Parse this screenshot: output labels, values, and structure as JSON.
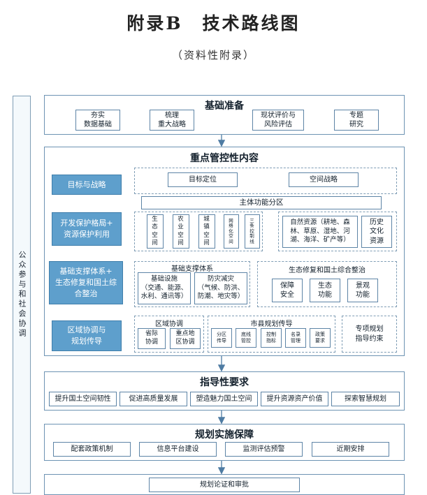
{
  "header": {
    "title": "附录B　技术路线图",
    "subtitle": "（资料性附录）"
  },
  "side_bar": {
    "label": "公众参与和社会协调"
  },
  "basic_prep": {
    "title": "基础准备",
    "items": [
      "夯实\n数据基础",
      "梳理\n重大战略",
      "现状评价与\n风险评估",
      "专题\n研究"
    ]
  },
  "key_control": {
    "title": "重点管控性内容",
    "target_strategy": {
      "label": "目标与战略",
      "items": [
        "目标定位",
        "空间战略"
      ]
    },
    "main_function_zones": "主体功能分区",
    "dev_protection": {
      "label": "开发保护格局+\n资源保护利用",
      "spaces": [
        "生\n态\n空\n间",
        "农\n业\n空\n间",
        "城\n镇\n空\n间",
        "网\n络\n化\n空\n间",
        "三\n条\n控\n制\n线"
      ],
      "resources": [
        "自然资源（耕地、森\n林、草原、湿地、河\n湖、海洋、矿产等）",
        "历史\n文化\n资源"
      ]
    },
    "support_system": {
      "label": "基础支撑体系+\n生态修复和国土综\n合整治",
      "infra_title": "基础支撑体系",
      "infra_items": [
        "基础设施\n（交通、能源、\n水利、通讯等）",
        "防灾减灾\n（气候、防洪、\n防潮、地灾等）"
      ],
      "eco_title": "生态修复和国土综合整治",
      "eco_items": [
        "保障\n安全",
        "生态\n功能",
        "景观\n功能"
      ]
    },
    "regional": {
      "label": "区域协调与\n规划传导",
      "coord_title": "区域协调",
      "coord_items": [
        "省际\n协调",
        "重点地\n区协调"
      ],
      "city_title": "市县规划传导",
      "city_items": [
        "分区\n传导",
        "底线\n管控",
        "控制\n指标",
        "名录\n管理",
        "政策\n要求"
      ],
      "special": "专项规划\n指导约束"
    }
  },
  "guidance": {
    "title": "指导性要求",
    "items": [
      "提升国土空间韧性",
      "促进高质量发展",
      "塑造魅力国土空间",
      "提升资源资产价值",
      "探索智慧规划"
    ]
  },
  "implementation": {
    "title": "规划实施保障",
    "items": [
      "配套政策机制",
      "信息平台建设",
      "监测评估预警",
      "近期安排"
    ]
  },
  "review": {
    "items": [
      "规划论证和审批"
    ]
  }
}
